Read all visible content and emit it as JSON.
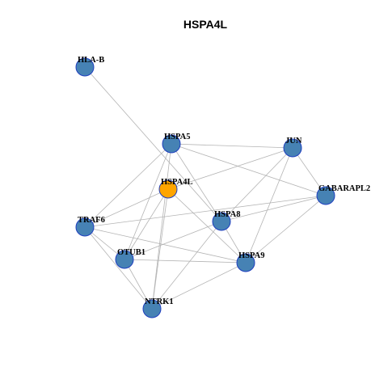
{
  "title": "HSPA4L",
  "colors": {
    "node_default": "#4682b4",
    "node_highlight": "#ffa500",
    "node_border": "#1f3fbf",
    "edge": "#b4b4b4"
  },
  "nodes": [
    {
      "id": "HLA-B",
      "label": "HLA-B",
      "highlight": false
    },
    {
      "id": "HSPA5",
      "label": "HSPA5",
      "highlight": false
    },
    {
      "id": "JUN",
      "label": "JUN",
      "highlight": false
    },
    {
      "id": "HSPA4L",
      "label": "HSPA4L",
      "highlight": true
    },
    {
      "id": "GABARAPL2",
      "label": "GABARAPL2",
      "highlight": false
    },
    {
      "id": "HSPA8",
      "label": "HSPA8",
      "highlight": false
    },
    {
      "id": "TRAF6",
      "label": "TRAF6",
      "highlight": false
    },
    {
      "id": "OTUB1",
      "label": "OTUB1",
      "highlight": false
    },
    {
      "id": "HSPA9",
      "label": "HSPA9",
      "highlight": false
    },
    {
      "id": "NTRK1",
      "label": "NTRK1",
      "highlight": false
    }
  ],
  "edges": [
    [
      "HLA-B",
      "HSPA8"
    ],
    [
      "HSPA5",
      "JUN"
    ],
    [
      "HSPA5",
      "GABARAPL2"
    ],
    [
      "HSPA5",
      "HSPA8"
    ],
    [
      "HSPA5",
      "TRAF6"
    ],
    [
      "HSPA5",
      "OTUB1"
    ],
    [
      "HSPA5",
      "NTRK1"
    ],
    [
      "JUN",
      "HSPA4L"
    ],
    [
      "JUN",
      "GABARAPL2"
    ],
    [
      "JUN",
      "HSPA8"
    ],
    [
      "JUN",
      "HSPA9"
    ],
    [
      "HSPA4L",
      "TRAF6"
    ],
    [
      "HSPA4L",
      "OTUB1"
    ],
    [
      "HSPA4L",
      "NTRK1"
    ],
    [
      "HSPA4L",
      "HSPA9"
    ],
    [
      "GABARAPL2",
      "HSPA8"
    ],
    [
      "GABARAPL2",
      "HSPA9"
    ],
    [
      "GABARAPL2",
      "TRAF6"
    ],
    [
      "HSPA8",
      "OTUB1"
    ],
    [
      "HSPA8",
      "NTRK1"
    ],
    [
      "HSPA8",
      "HSPA9"
    ],
    [
      "TRAF6",
      "OTUB1"
    ],
    [
      "TRAF6",
      "NTRK1"
    ],
    [
      "TRAF6",
      "HSPA9"
    ],
    [
      "OTUB1",
      "NTRK1"
    ],
    [
      "OTUB1",
      "HSPA9"
    ],
    [
      "NTRK1",
      "HSPA9"
    ]
  ]
}
